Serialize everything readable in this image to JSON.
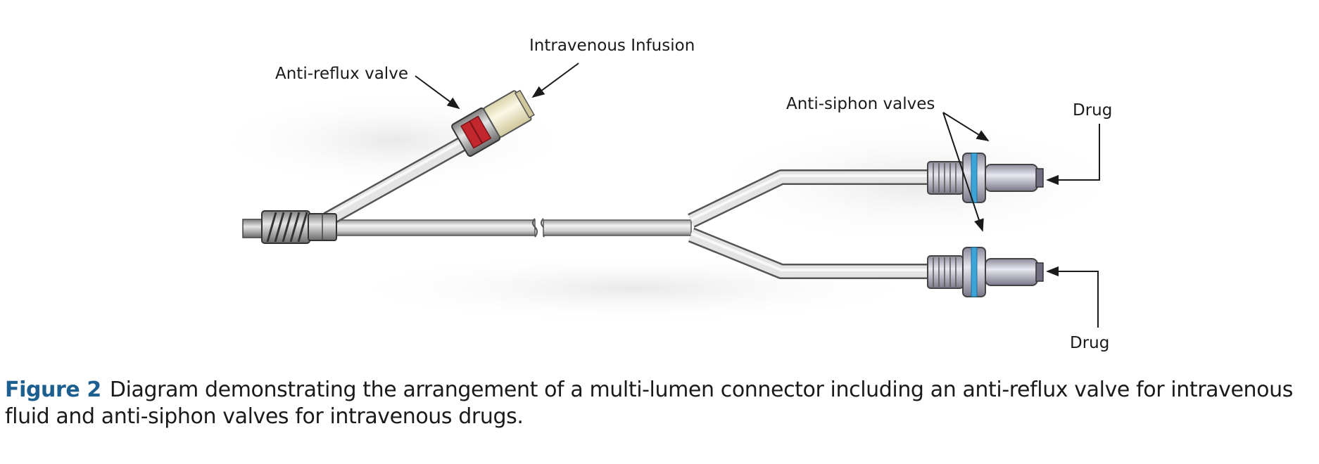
{
  "diagram": {
    "labels": {
      "intravenous_infusion": "Intravenous Infusion",
      "anti_reflux_valve": "Anti-reflux valve",
      "anti_siphon_valves": "Anti-siphon valves",
      "drug_top": "Drug",
      "drug_bottom": "Drug"
    },
    "colors": {
      "tube": "#dcdcdc",
      "tube_edge": "#4d4d4d",
      "valve_blue": "#3ea3d6",
      "valve_red": "#c1272d",
      "infusion_port": "#f3efd2"
    }
  },
  "caption": {
    "figure_label": "Figure 2",
    "text": "Diagram demonstrating the arrangement of a multi-lumen connector including an anti-reflux valve for intravenous fluid and anti-siphon valves for intravenous drugs."
  }
}
